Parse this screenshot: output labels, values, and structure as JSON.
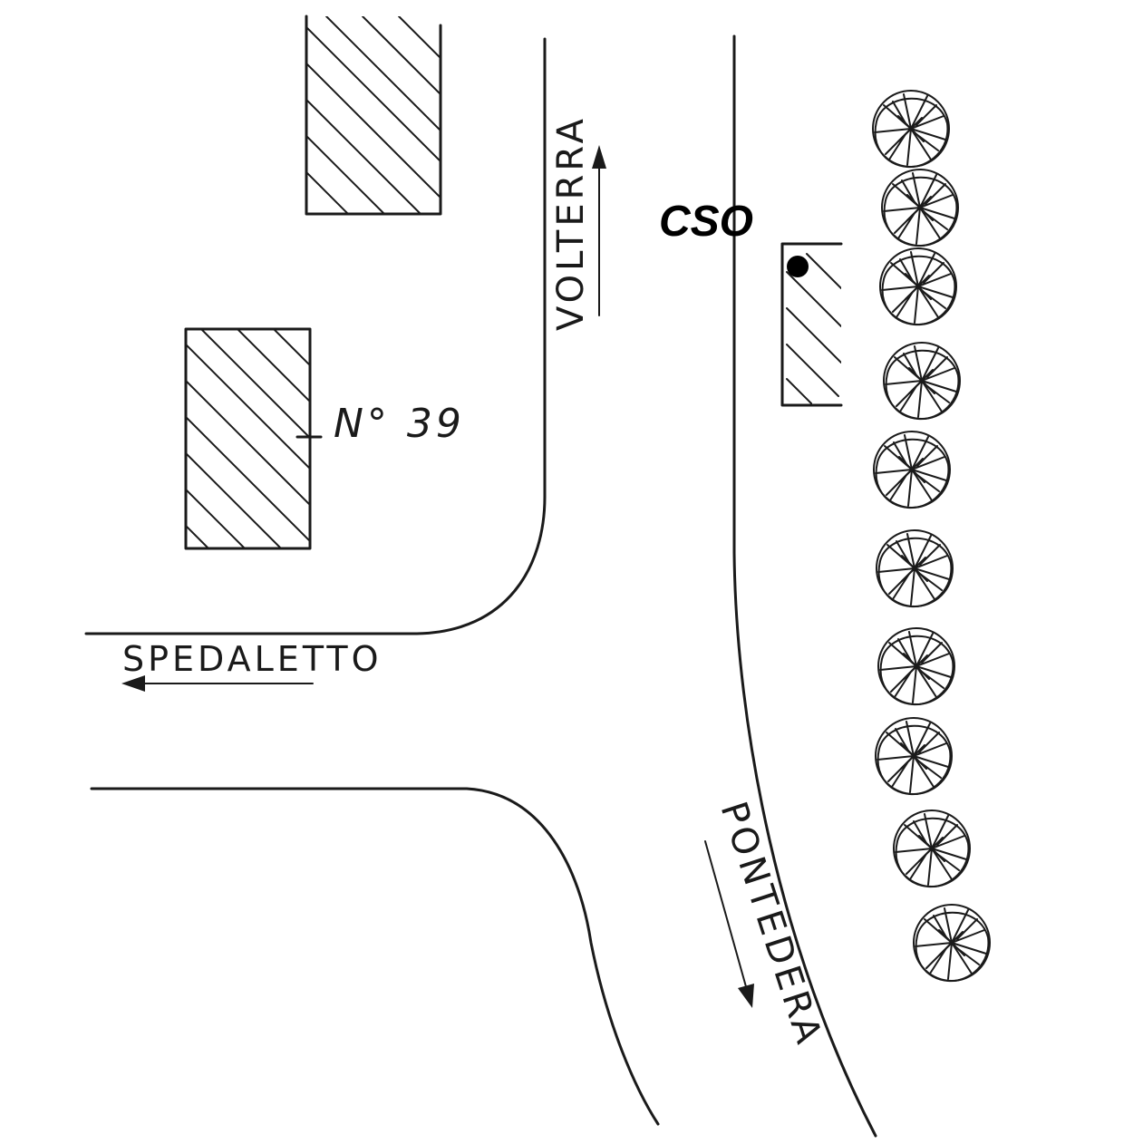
{
  "labels": {
    "marker": "CSO",
    "house_number": "N° 39",
    "road_west": "SPEDALETTO",
    "road_north": "VOLTERRA",
    "road_south": "PONTEDERA"
  },
  "colors": {
    "ink": "#1a1a1a",
    "paper": "#ffffff"
  },
  "icons": {
    "marker_point": "filled-dot",
    "trees": "tree-canopy"
  }
}
